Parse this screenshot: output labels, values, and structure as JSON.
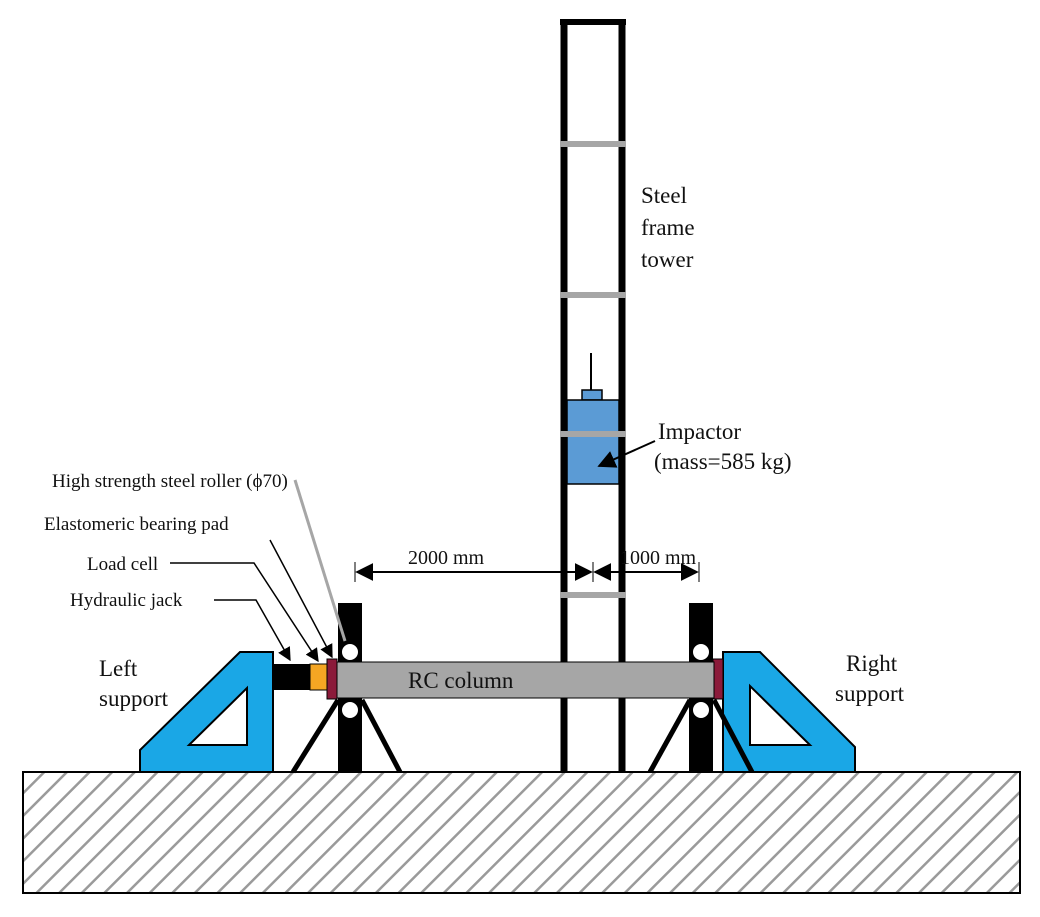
{
  "labels": {
    "tower": [
      "Steel",
      "frame",
      "tower"
    ],
    "impactor": [
      "Impactor",
      "(mass=585 kg)"
    ],
    "roller": "High strength steel roller (ϕ70)",
    "bearing_pad": "Elastomeric bearing pad",
    "load_cell": "Load cell",
    "hydraulic_jack": "Hydraulic jack",
    "left_support": [
      "Left",
      "support"
    ],
    "right_support": [
      "Right",
      "support"
    ],
    "column": "RC column",
    "dim_left": "2000 mm",
    "dim_right": "1000 mm"
  },
  "colors": {
    "support_blue": "#1aa7e6",
    "impactor_blue": "#5b9bd5",
    "column_gray": "#a6a6a6",
    "bearing_pad": "#8b1a3a",
    "load_cell": "#f5a623",
    "jack": "#000000",
    "tower_bracing": "#a6a6a6",
    "ground_hatch": "#9a9a9a"
  }
}
